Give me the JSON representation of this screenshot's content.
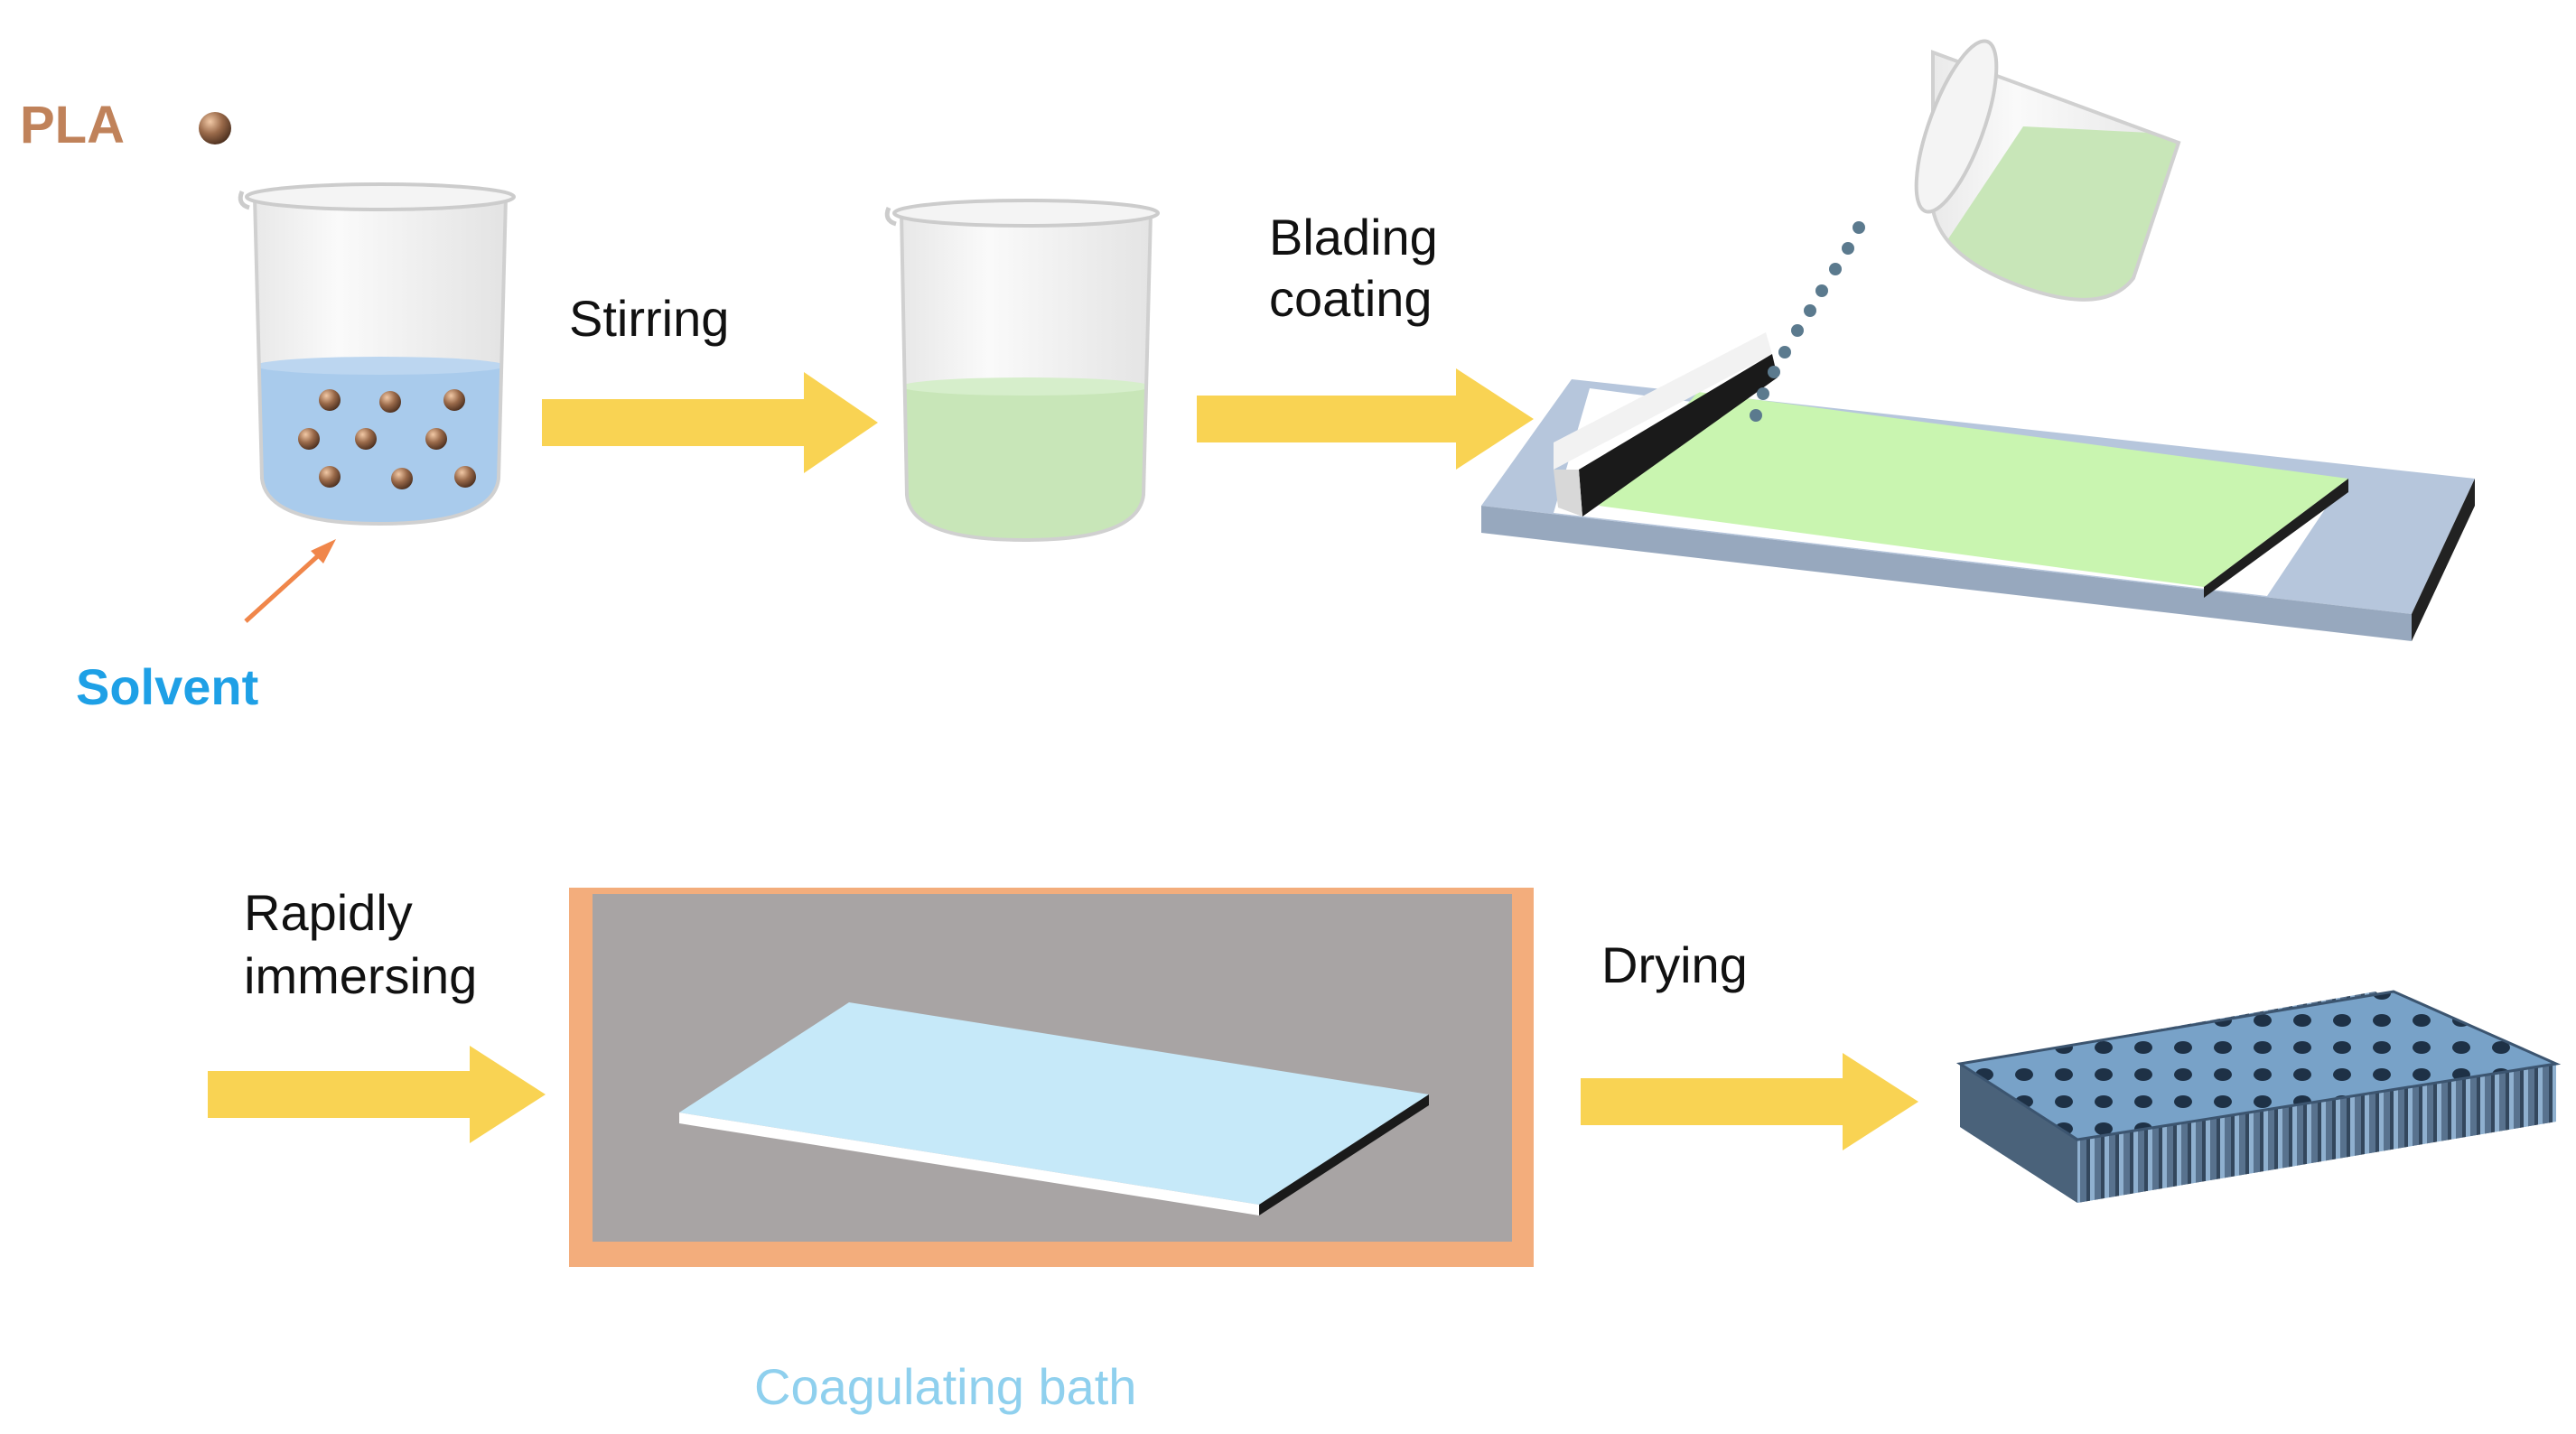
{
  "labels": {
    "pla": "PLA",
    "solvent": "Solvent",
    "stirring": "Stirring",
    "blading_line1": "Blading",
    "blading_line2": "coating",
    "rapidly_line1": "Rapidly",
    "rapidly_line2": "immersing",
    "drying": "Drying",
    "coagulating_bath": "Coagulating bath"
  },
  "colors": {
    "pla_text": "#c0825a",
    "solvent_text": "#1ea0e6",
    "bath_text": "#8fd0ee",
    "arrow": "#f9d353",
    "beaker_blue": "#a9cbec",
    "beaker_green": "#c8e6b8",
    "coating_green": "#c9f5b0",
    "bath_frame": "#f3ad7c",
    "bath_inside": "#a8a4a4",
    "film_blue": "#c6e9f9",
    "plate_blue": "#b6c6dc",
    "membrane_blue": "#5f7892"
  }
}
